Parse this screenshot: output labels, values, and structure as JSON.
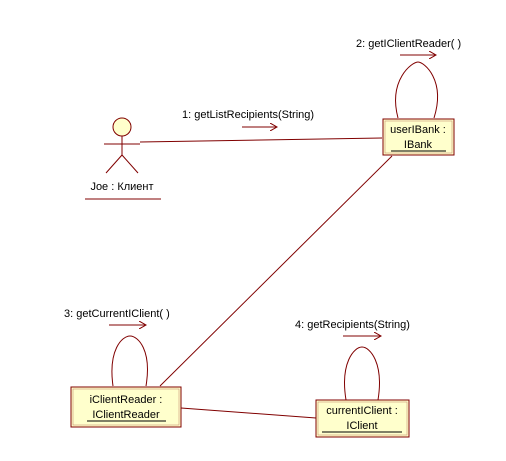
{
  "colors": {
    "object_fill": "#ffffcc",
    "object_border": "#800000",
    "line": "#800000",
    "arrow": "#800000",
    "text": "#000000"
  },
  "actor": {
    "label": "Joe : Клиент",
    "icon": "stick-figure-icon"
  },
  "objects": {
    "user_bank": {
      "line1": "userIBank :",
      "line2": "IBank"
    },
    "client_reader": {
      "line1": "iClientReader :",
      "line2": "IClientReader"
    },
    "current_client": {
      "line1": "currentIClient :",
      "line2": "IClient"
    }
  },
  "messages": {
    "m1": "1: getListRecipients(String)",
    "m2": "2: getIClientReader( )",
    "m3": "3: getCurrentIClient( )",
    "m4": "4: getRecipients(String)"
  }
}
